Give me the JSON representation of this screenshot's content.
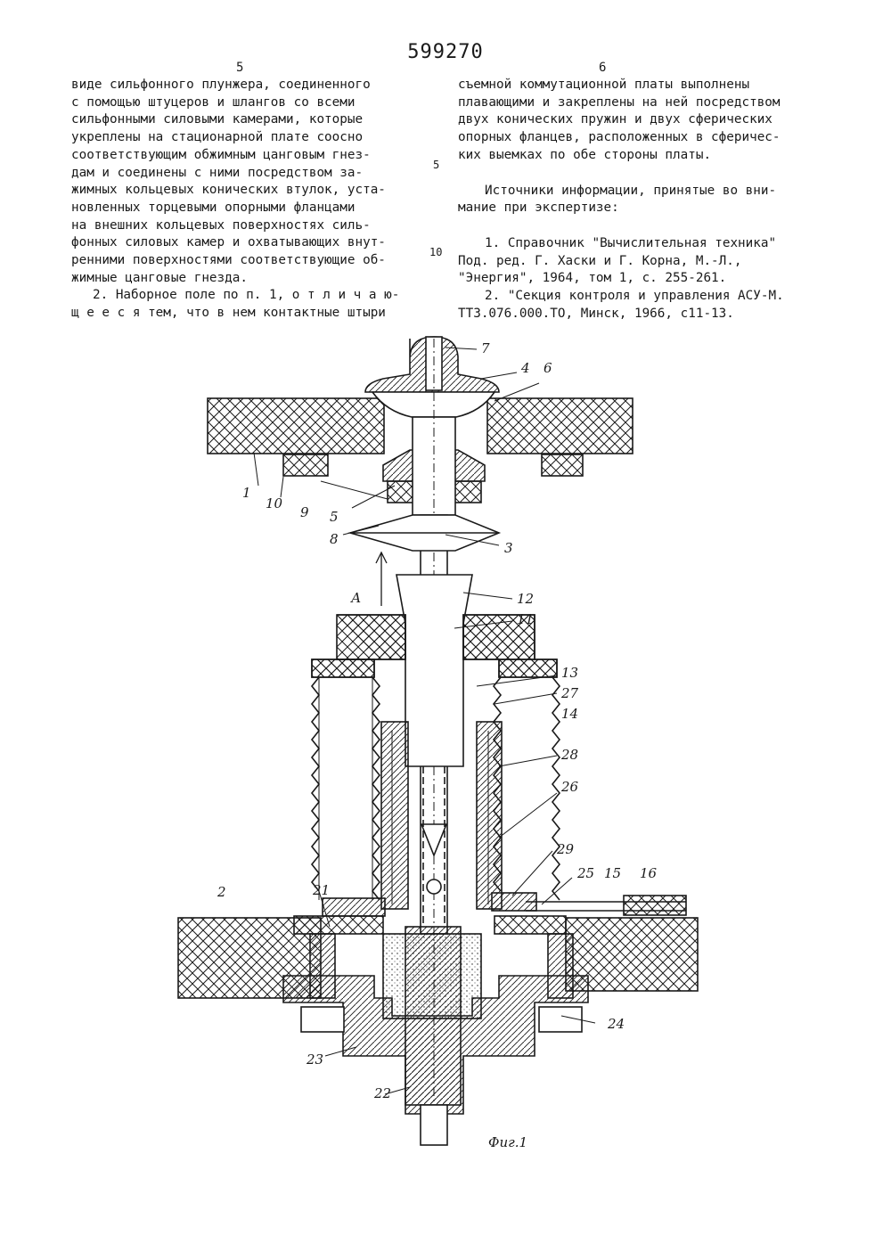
{
  "header": {
    "patent_number": "599270",
    "left_col_num": "5",
    "right_col_num": "6"
  },
  "left_column": {
    "lines": [
      "виде сильфонного плунжера, соединенного",
      "с помощью штуцеров и шлангов со всеми",
      "сильфонными силовыми камерами, которые",
      "укреплены на стационарной плате соосно",
      "соответствующим обжимным цанговым гнез-",
      "дам и соединены с ними посредством за-",
      "жимных кольцевых конических втулок, уста-",
      "новленных торцевыми опорными фланцами",
      "на внешних кольцевых поверхностях силь-",
      "фонных силовых камер и охватывающих внут-",
      "ренними поверхностями соответствующие об-",
      "жимные цанговые гнезда.",
      "2. Наборное поле по п. 1,  о т л и ч а ю-",
      "щ е е с я  тем, что в нем контактные штыри"
    ],
    "margin_5": "5",
    "margin_10": "10"
  },
  "right_column": {
    "lines": [
      "съемной коммутационной платы выполнены",
      "плавающими и закреплены на ней посредством",
      "двух конических пружин и двух  сферических",
      "опорных фланцев, расположенных в сферичес-",
      "ких выемках по обе стороны платы."
    ],
    "sources_heading_1": "Источники информации, принятые во вни-",
    "sources_heading_2": "мание при экспертизе:",
    "ref1_line1": "1. Справочник \"Вычислительная техника\"",
    "ref1_line2": "Под. ред. Г. Хаски и Г. Корна, М.-Л.,",
    "ref1_line3": "\"Энергия\", 1964, том 1, с. 255-261.",
    "ref2_line1": "2. \"Секция контроля и управления АСУ-М.",
    "ref2_line2": "ТТ3.076.000.ТО, Минск, 1966, с11-13."
  },
  "figure": {
    "caption": "Фиг.1",
    "arrow_label": "А",
    "labels": [
      "7",
      "4",
      "6",
      "1",
      "10",
      "9",
      "5",
      "8",
      "3",
      "12",
      "11",
      "13",
      "27",
      "14",
      "28",
      "26",
      "29",
      "25",
      "15",
      "16",
      "2",
      "21",
      "22",
      "23",
      "24"
    ]
  },
  "colors": {
    "ink": "#1a1a1a",
    "paper": "#ffffff"
  }
}
